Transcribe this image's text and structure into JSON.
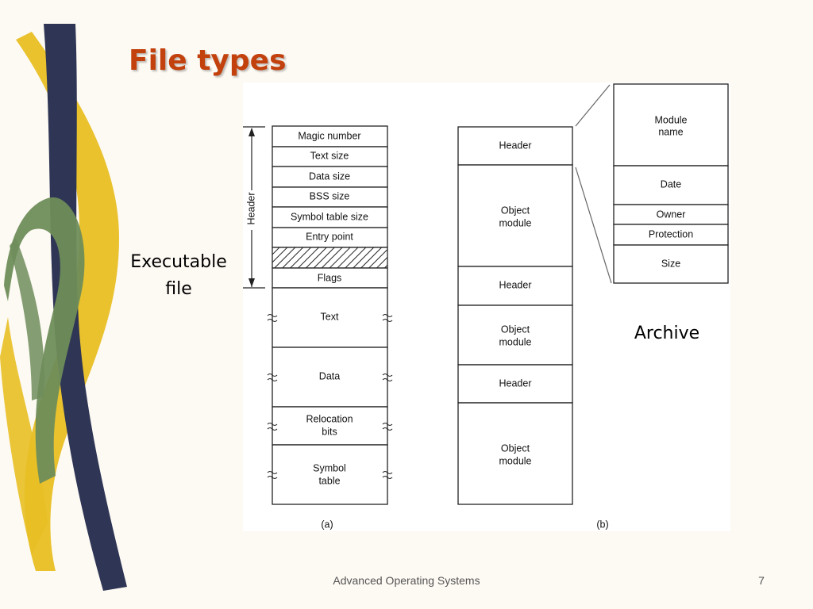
{
  "slide": {
    "title": "File types",
    "footer": "Advanced Operating Systems",
    "page_number": "7"
  },
  "labels": {
    "executable_line1": "Executable",
    "executable_line2": "file",
    "archive": "Archive"
  },
  "executable": {
    "header_bracket_label": "Header",
    "fields": [
      "Magic number",
      "Text size",
      "Data size",
      "BSS size",
      "Symbol table size",
      "Entry point",
      "",
      "Flags"
    ],
    "sections": [
      [
        "Text"
      ],
      [
        "Data"
      ],
      [
        "Relocation",
        "bits"
      ],
      [
        "Symbol",
        "table"
      ]
    ],
    "caption": "(a)"
  },
  "archive": {
    "blocks": [
      [
        "Header"
      ],
      [
        "Object",
        "module"
      ],
      [
        "Header"
      ],
      [
        "Object",
        "module"
      ],
      [
        "Header"
      ],
      [
        "Object",
        "module"
      ]
    ],
    "header_detail": [
      [
        "Module",
        "name"
      ],
      [
        "Date"
      ],
      [
        "Owner"
      ],
      [
        "Protection"
      ],
      [
        "Size"
      ]
    ],
    "caption": "(b)"
  },
  "colors": {
    "title": "#c2410c",
    "navy_stroke": "#2f3655",
    "yellow_stroke": "#e8bf23",
    "green_stroke": "#6f8d5a"
  }
}
